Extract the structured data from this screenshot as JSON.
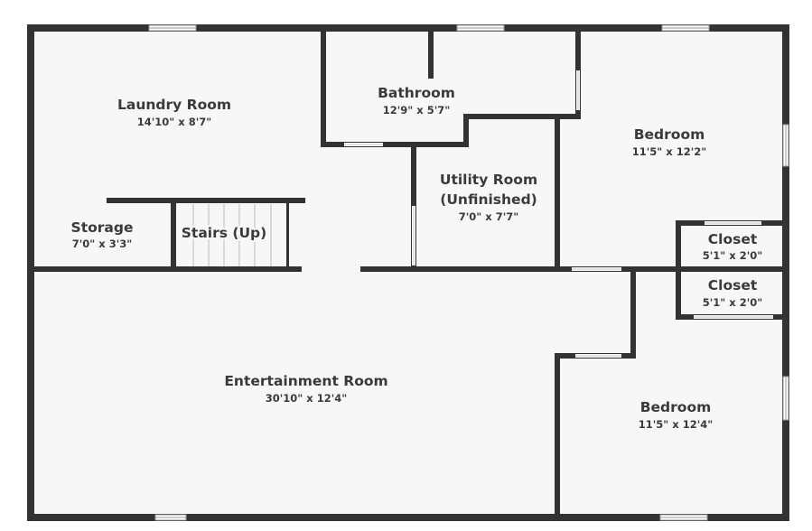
{
  "rooms": {
    "laundry": {
      "name": "Laundry Room",
      "dims": "14'10\" x 8'7\""
    },
    "bathroom": {
      "name": "Bathroom",
      "dims": "12'9\" x 5'7\""
    },
    "bedroom_upper": {
      "name": "Bedroom",
      "dims": "11'5\" x 12'2\""
    },
    "utility": {
      "name_line1": "Utility Room",
      "name_line2": "(Unfinished)",
      "dims": "7'0\" x 7'7\""
    },
    "storage": {
      "name": "Storage",
      "dims": "7'0\" x 3'3\""
    },
    "stairs": {
      "name": "Stairs (Up)"
    },
    "closet_upper": {
      "name": "Closet",
      "dims": "5'1\" x 2'0\""
    },
    "closet_lower": {
      "name": "Closet",
      "dims": "5'1\" x 2'0\""
    },
    "entertainment": {
      "name": "Entertainment Room",
      "dims": "30'10\" x 12'4\""
    },
    "bedroom_lower": {
      "name": "Bedroom",
      "dims": "11'5\" x 12'4\""
    }
  },
  "colors": {
    "wall": "#333333",
    "floor": "#f7f7f7",
    "text": "#3a3a3a",
    "window_frame": "#9a9a9a"
  }
}
